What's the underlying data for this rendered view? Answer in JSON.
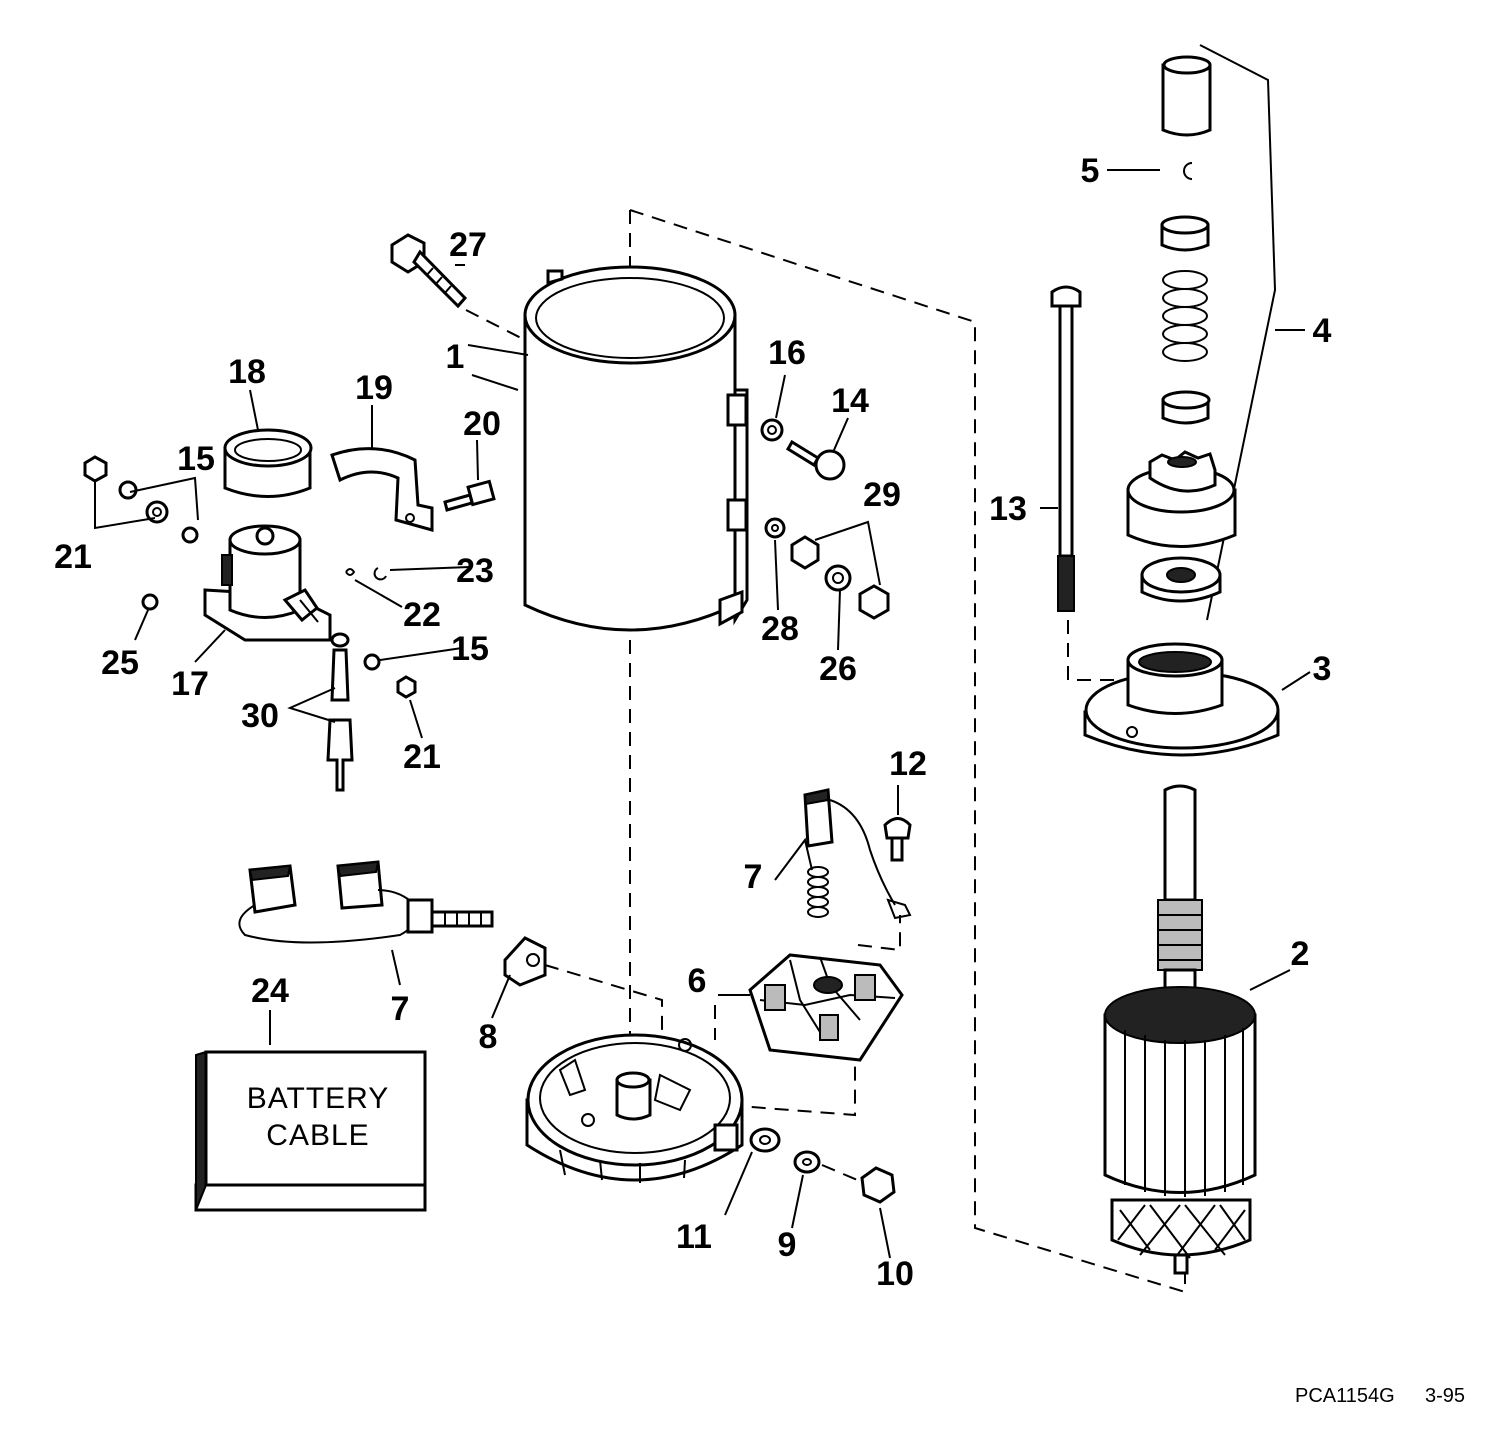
{
  "callouts": {
    "c1": "1",
    "c2": "2",
    "c3": "3",
    "c4": "4",
    "c5": "5",
    "c6": "6",
    "c7a": "7",
    "c7b": "7",
    "c8": "8",
    "c9": "9",
    "c10": "10",
    "c11": "11",
    "c12": "12",
    "c13": "13",
    "c14": "14",
    "c15a": "15",
    "c15b": "15",
    "c16": "16",
    "c17": "17",
    "c18": "18",
    "c19": "19",
    "c20": "20",
    "c21a": "21",
    "c21b": "21",
    "c22": "22",
    "c23": "23",
    "c24": "24",
    "c25": "25",
    "c26": "26",
    "c27": "27",
    "c28": "28",
    "c29": "29",
    "c30": "30"
  },
  "battery_box": {
    "line1": "BATTERY",
    "line2": "CABLE"
  },
  "footer": {
    "part_code": "PCA1154G",
    "date_code": "3-95"
  }
}
